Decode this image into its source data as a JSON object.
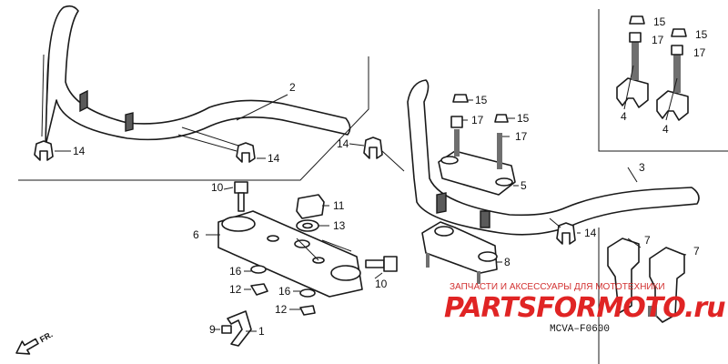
{
  "callouts": {
    "n1": "1",
    "n2": "2",
    "n3": "3",
    "n4": "4",
    "n5": "5",
    "n6": "6",
    "n7": "7",
    "n8": "8",
    "n9": "9",
    "n10": "10",
    "n11": "11",
    "n12": "12",
    "n13": "13",
    "n14": "14",
    "n15": "15",
    "n16": "16",
    "n17": "17"
  },
  "diagram_code": "MCVA–F0600",
  "direction_label": "FR.",
  "watermark": {
    "title": "ЗАПЧАСТИ И АКСЕССУАРЫ ДЛЯ МОТОТЕХНИКИ",
    "brand": "PARTSFORMOTO.ru",
    "color": "#e02424"
  },
  "colors": {
    "line": "#1a1a1a",
    "shade": "#6f6f6f",
    "watermark": "#e02424"
  }
}
